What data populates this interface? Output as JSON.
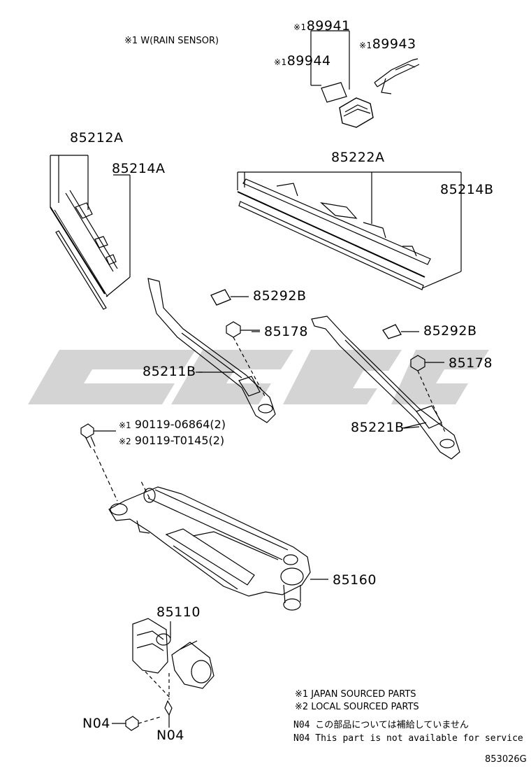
{
  "diagram": {
    "id": "853026G",
    "option_label": "※1 W(RAIN SENSOR)",
    "watermark_colour": "#d4d4d4",
    "line_colour": "#000000",
    "parts": {
      "p89941": {
        "mark": "※1",
        "number": "89941"
      },
      "p89944": {
        "mark": "※1",
        "number": "89944"
      },
      "p89943": {
        "mark": "※1",
        "number": "89943"
      },
      "p85212A": {
        "number": "85212A"
      },
      "p85214A": {
        "number": "85214A"
      },
      "p85222A": {
        "number": "85222A"
      },
      "p85214B": {
        "number": "85214B"
      },
      "p85292B_left": {
        "number": "85292B"
      },
      "p85178_left": {
        "number": "85178"
      },
      "p85292B_right": {
        "number": "85292B"
      },
      "p85178_right": {
        "number": "85178"
      },
      "p85211B": {
        "number": "85211B"
      },
      "p85221B": {
        "number": "85221B"
      },
      "bolt_1": {
        "mark": "※1",
        "number": "90119-06864(2)"
      },
      "bolt_2": {
        "mark": "※2",
        "number": "90119-T0145(2)"
      },
      "p85160": {
        "number": "85160"
      },
      "p85110": {
        "number": "85110"
      },
      "n04_left": {
        "number": "N04"
      },
      "n04_bottom": {
        "number": "N04"
      }
    },
    "legend": {
      "japan": "※1 JAPAN SOURCED PARTS",
      "local": "※2 LOCAL SOURCED PARTS",
      "n04_jp": "N04 この部品については補給していません",
      "n04_en": "N04 This part is not available for service"
    }
  }
}
